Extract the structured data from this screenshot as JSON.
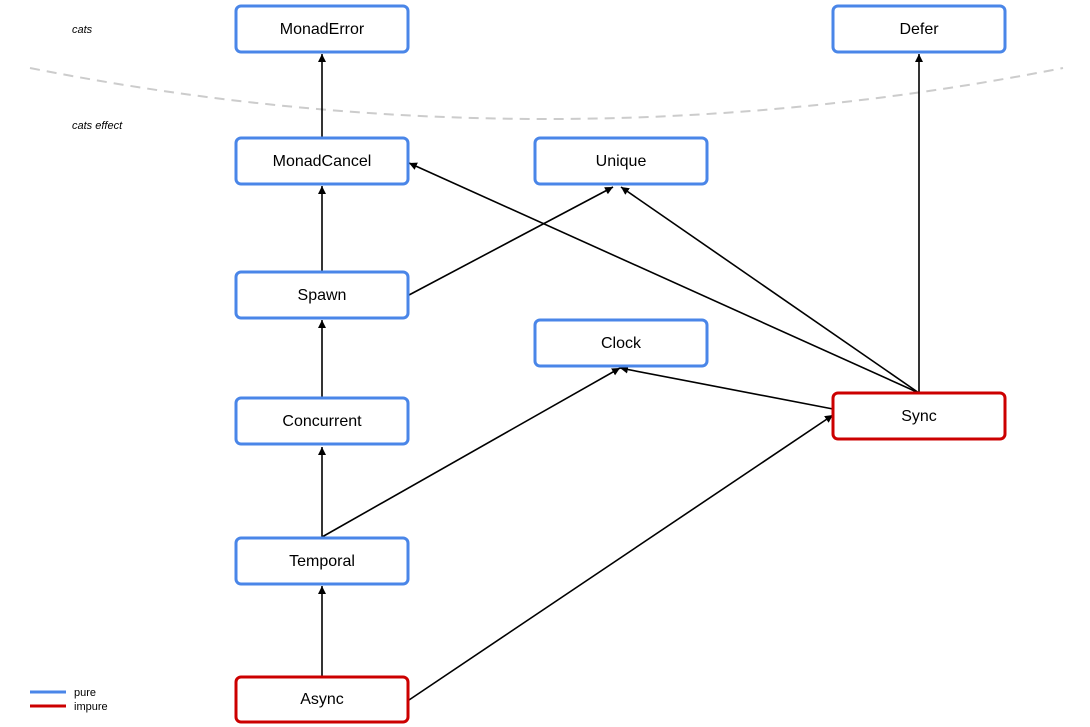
{
  "regions": {
    "cats": "cats",
    "cats_effect": "cats effect"
  },
  "colors": {
    "pure": "#4a86e8",
    "impure": "#cc0000",
    "boundary": "#cccccc"
  },
  "legend": {
    "pure": "pure",
    "impure": "impure"
  },
  "nodes": {
    "monad_error": {
      "label": "MonadError",
      "kind": "pure"
    },
    "defer": {
      "label": "Defer",
      "kind": "pure"
    },
    "monad_cancel": {
      "label": "MonadCancel",
      "kind": "pure"
    },
    "unique": {
      "label": "Unique",
      "kind": "pure"
    },
    "spawn": {
      "label": "Spawn",
      "kind": "pure"
    },
    "clock": {
      "label": "Clock",
      "kind": "pure"
    },
    "sync": {
      "label": "Sync",
      "kind": "impure"
    },
    "concurrent": {
      "label": "Concurrent",
      "kind": "pure"
    },
    "temporal": {
      "label": "Temporal",
      "kind": "pure"
    },
    "async": {
      "label": "Async",
      "kind": "impure"
    }
  },
  "edges": [
    {
      "from": "monad_cancel",
      "to": "monad_error"
    },
    {
      "from": "spawn",
      "to": "monad_cancel"
    },
    {
      "from": "spawn",
      "to": "unique"
    },
    {
      "from": "concurrent",
      "to": "spawn"
    },
    {
      "from": "temporal",
      "to": "concurrent"
    },
    {
      "from": "temporal",
      "to": "clock"
    },
    {
      "from": "async",
      "to": "temporal"
    },
    {
      "from": "async",
      "to": "sync"
    },
    {
      "from": "sync",
      "to": "clock"
    },
    {
      "from": "sync",
      "to": "monad_cancel"
    },
    {
      "from": "sync",
      "to": "unique"
    },
    {
      "from": "sync",
      "to": "defer"
    }
  ]
}
